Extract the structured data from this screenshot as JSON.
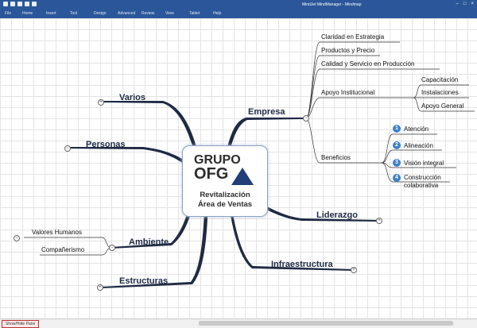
{
  "window": {
    "title": "MindJet MindManager - Mindmap",
    "file_menu": "File",
    "menu": [
      "Home",
      "Insert",
      "Tool",
      "Design",
      "Advanced",
      "Review",
      "View",
      "Tablet",
      "Help"
    ]
  },
  "map": {
    "central": {
      "brand_line1": "GRUPO",
      "brand_line2": "OFG",
      "line1": "Revitalización",
      "line2": "Área de Ventas"
    },
    "topics": {
      "varios": "Varios",
      "personas": "Personas",
      "ambiente": "Ambiente",
      "estructuras": "Estructuras",
      "empresa": "Empresa",
      "liderazgo": "Liderazgo",
      "infraestructura": "Infraestructura"
    },
    "empresa": {
      "claridad": "Claridad en Estrategia",
      "productos": "Productos y Precio",
      "calidad": "Calidad y Servicio en Producción",
      "apoyo": "Apoyo Institucional",
      "beneficios": "Beneficios"
    },
    "apoyo": {
      "capacitacion": "Capacitación",
      "instalaciones": "Instalaciones",
      "apoyo_general": "Apoyo General"
    },
    "beneficios": {
      "b1": "Atención",
      "b2": "Alineación",
      "b3": "Visión integral",
      "b4a": "Construcción",
      "b4b": "colaborativa"
    },
    "ambiente": {
      "valores": "Valores Humanos",
      "companerismo": "Compañerismo"
    },
    "badges": [
      "1",
      "2",
      "3",
      "4"
    ],
    "colors": {
      "branch": "#1f2a44",
      "badge": "#3b82c8",
      "title_bar": "#2b579a"
    }
  },
  "statusbar": {
    "tab": "Show/Hide Pane"
  }
}
